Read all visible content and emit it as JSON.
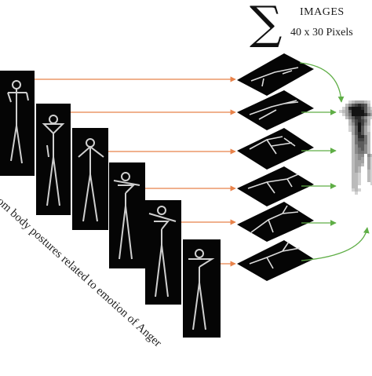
{
  "header": {
    "symbol": "∑",
    "title": "IMAGES",
    "size_text": "40 x 30 Pixels"
  },
  "caption": "from body postures related to emotion of Anger",
  "colors": {
    "arrow_orange": "#e8824a",
    "arrow_green": "#5fae46",
    "panel": "#050505",
    "stick": "#cfcfcf"
  },
  "panels_count": 6
}
